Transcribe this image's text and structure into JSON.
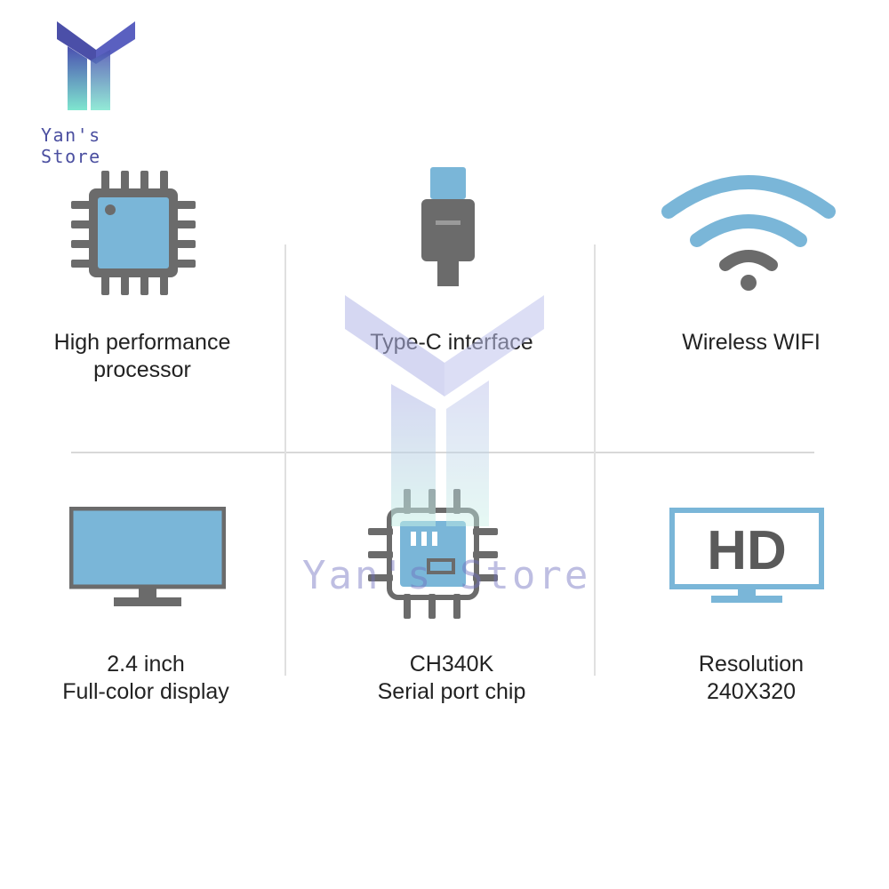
{
  "brand": {
    "name": "Yan's Store",
    "watermark": "Yan's Store"
  },
  "colors": {
    "icon_blue": "#7ab6d8",
    "icon_gray": "#6b6b6b",
    "logo_purple": "#4b4fa0",
    "logo_teal": "#86e0d0"
  },
  "features": [
    {
      "icon": "processor-chip-icon",
      "lines": [
        "High performance",
        "processor"
      ]
    },
    {
      "icon": "type-c-cable-icon",
      "lines": [
        "Type-C interface"
      ]
    },
    {
      "icon": "wifi-icon",
      "lines": [
        "Wireless WIFI"
      ]
    },
    {
      "icon": "monitor-display-icon",
      "lines": [
        "2.4 inch",
        "Full-color display"
      ]
    },
    {
      "icon": "serial-chip-icon",
      "lines": [
        "CH340K",
        "Serial port chip"
      ]
    },
    {
      "icon": "hd-display-icon",
      "lines": [
        "Resolution",
        "240X320"
      ]
    }
  ]
}
